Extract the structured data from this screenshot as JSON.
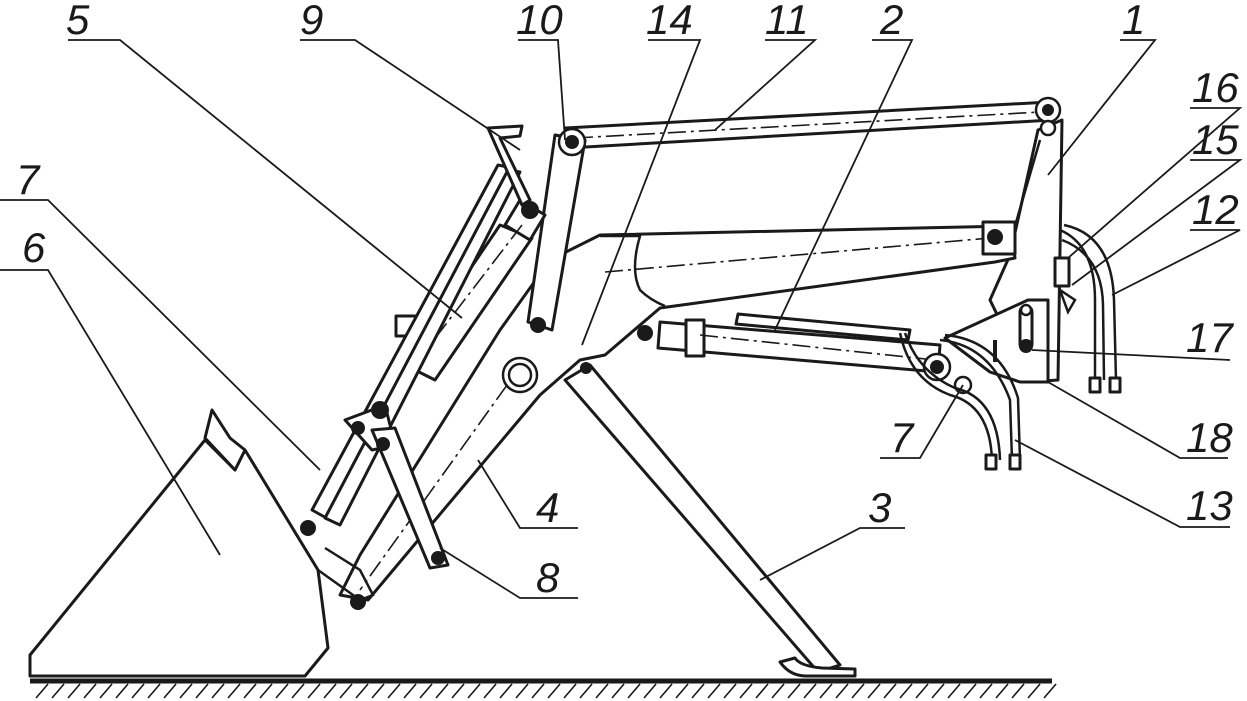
{
  "diagram": {
    "labels": [
      {
        "id": "label-5",
        "text": "5"
      },
      {
        "id": "label-9",
        "text": "9"
      },
      {
        "id": "label-10",
        "text": "10"
      },
      {
        "id": "label-14",
        "text": "14"
      },
      {
        "id": "label-11",
        "text": "11"
      },
      {
        "id": "label-2",
        "text": "2"
      },
      {
        "id": "label-1",
        "text": "1"
      },
      {
        "id": "label-16",
        "text": "16"
      },
      {
        "id": "label-15",
        "text": "15"
      },
      {
        "id": "label-12",
        "text": "12"
      },
      {
        "id": "label-7-left",
        "text": "7"
      },
      {
        "id": "label-6",
        "text": "6"
      },
      {
        "id": "label-17",
        "text": "17"
      },
      {
        "id": "label-7-right",
        "text": "7"
      },
      {
        "id": "label-18",
        "text": "18"
      },
      {
        "id": "label-13",
        "text": "13"
      },
      {
        "id": "label-4",
        "text": "4"
      },
      {
        "id": "label-3",
        "text": "3"
      },
      {
        "id": "label-8",
        "text": "8"
      }
    ]
  }
}
